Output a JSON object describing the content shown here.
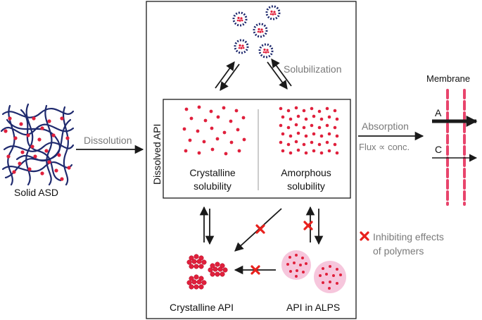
{
  "labels": {
    "solid_asd": "Solid ASD",
    "dissolution": "Dissolution",
    "dissolved_api": "Dissolved API",
    "solubilization": "Solubilization",
    "crystalline_solubility_line1": "Crystalline",
    "crystalline_solubility_line2": "solubility",
    "amorphous_solubility_line1": "Amorphous",
    "amorphous_solubility_line2": "solubility",
    "absorption": "Absorption",
    "flux": "Flux ∝ conc.",
    "membrane": "Membrane",
    "route_a": "A",
    "route_c": "C",
    "crystalline_api": "Crystalline API",
    "api_in_alps": "API in ALPS",
    "legend_line1": "Inhibiting effects",
    "legend_line2": "of polymers"
  },
  "colors": {
    "api_red": "#e0203c",
    "polymer_navy": "#1f2a6e",
    "alps_pink": "#f6c6dc",
    "membrane_pink": "#e8446c",
    "inhibit_red": "#e8201c",
    "arrow": "#1a1a1a",
    "muted_text": "#7a7a7a"
  },
  "icons": {
    "inhibit_marker": "red-x-icon",
    "micelle": "micelle-icon",
    "alps_droplet": "alps-droplet-icon",
    "crystal_cluster": "crystal-cluster-icon"
  }
}
